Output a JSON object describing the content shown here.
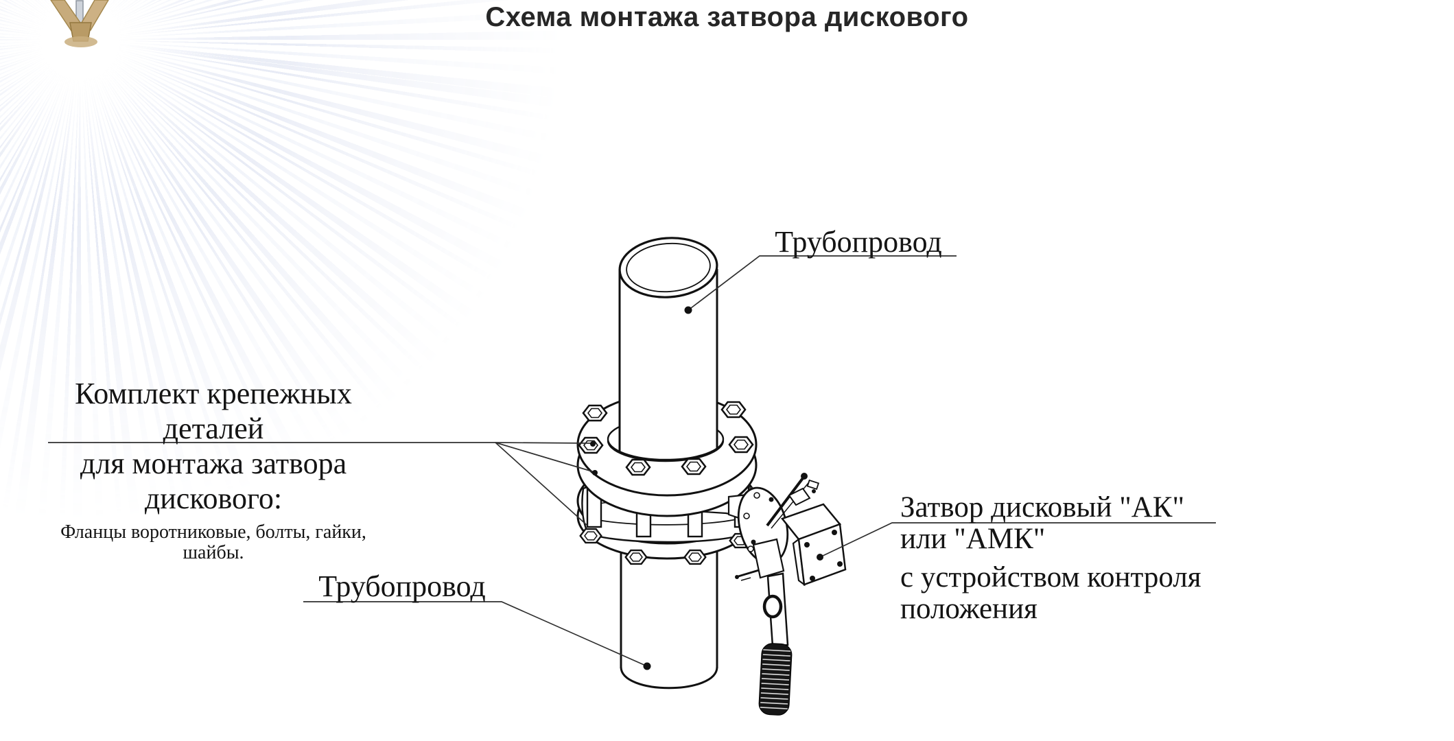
{
  "title": {
    "text": "Схема монтажа затвора дискового"
  },
  "watermark": {
    "icon": "fire-sprinkler-spray-photo"
  },
  "callouts": {
    "pipe_top": {
      "label": "Трубопровод"
    },
    "pipe_bottom": {
      "label": "Трубопровод"
    },
    "fastening_kit": {
      "line1": "Комплект крепежных деталей",
      "line2": "для монтажа затвора дискового:",
      "line3": "Фланцы воротниковые, болты, гайки, шайбы."
    },
    "valve": {
      "line1": "Затвор дисковый \"АК\" или \"АМК\"",
      "line2": "с устройством контроля положения"
    }
  },
  "colors": {
    "background": "#ffffff",
    "drawing_line": "#111111",
    "leader_line": "#2f2f2f",
    "text": "#141414",
    "title_text": "#262626",
    "spray_tint": "#dde3f1",
    "sprinkler_brass": "#c7ab7c",
    "handle_grip": "#161616"
  }
}
